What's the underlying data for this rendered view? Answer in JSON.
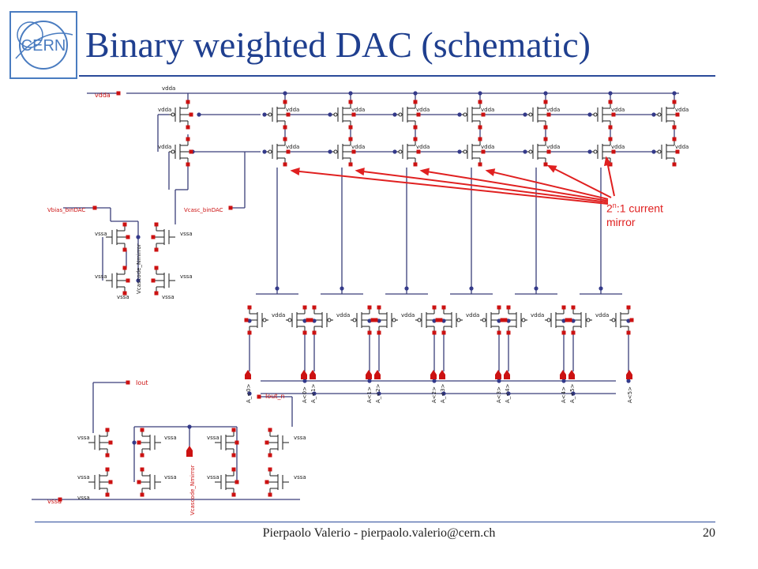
{
  "slide": {
    "title": "Binary weighted DAC (schematic)",
    "footer": "Pierpaolo Valerio - pierpaolo.valerio@cern.ch",
    "page_number": "20",
    "logo_text": "CERN"
  },
  "annotation": {
    "base": "2",
    "exponent": "n",
    "rest": ":1 current",
    "line2": "mirror",
    "color": "#e02020"
  },
  "pins": {
    "vdda": "vdda",
    "vbias": "Vbias_binDAC",
    "vcasc": "Vcasc_binDAC",
    "iout": "Iout",
    "iout_n": "Iout_n",
    "vssa": "vssa",
    "nmirror": "Vcascode_Nmirror"
  },
  "supply_labels": {
    "vdda": "vdda",
    "vssa": "vssa"
  },
  "switch_inputs": [
    "A_<0>",
    "A<0>",
    "A_<1>",
    "A<1>",
    "A_<2>",
    "A<2>",
    "A_<3>",
    "A<3>",
    "A_<4>",
    "A<4>",
    "A_<5>",
    "A<5>"
  ],
  "colors": {
    "title": "#1f3f8f",
    "wire": "#3a3f7a",
    "device": "#2d2d2d",
    "pin": "#cc1111",
    "node": "#343a8a"
  }
}
